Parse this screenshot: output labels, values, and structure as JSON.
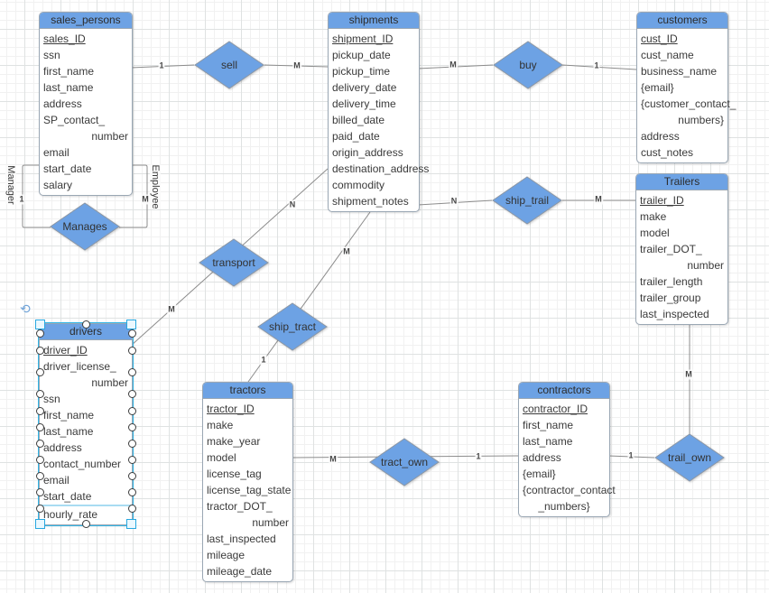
{
  "colors": {
    "shape_fill": "#6da2e4",
    "shape_stroke": "#9aa7b4",
    "wire": "#8c8c8c",
    "selection": "#29a8e0",
    "grid_major": "#dfe2e2",
    "grid_minor": "#f1f1f1"
  },
  "entities": [
    {
      "id": "sales_persons",
      "title": "sales_persons",
      "attributes": [
        {
          "text": "sales_ID",
          "pk": true
        },
        {
          "text": "ssn"
        },
        {
          "text": "first_name"
        },
        {
          "text": "last_name"
        },
        {
          "text": "address"
        },
        {
          "text": "SP_contact_",
          "line2": "number",
          "line2_align": "right"
        },
        {
          "text": "email"
        },
        {
          "text": "start_date"
        },
        {
          "text": "salary"
        }
      ]
    },
    {
      "id": "shipments",
      "title": "shipments",
      "attributes": [
        {
          "text": "shipment_ID",
          "pk": true
        },
        {
          "text": "pickup_date"
        },
        {
          "text": "pickup_time"
        },
        {
          "text": "delivery_date"
        },
        {
          "text": "delivery_time"
        },
        {
          "text": "billed_date"
        },
        {
          "text": "paid_date"
        },
        {
          "text": "origin_address"
        },
        {
          "text": "destination_address"
        },
        {
          "text": "commodity"
        },
        {
          "text": "shipment_notes"
        }
      ]
    },
    {
      "id": "customers",
      "title": "customers",
      "attributes": [
        {
          "text": "cust_ID",
          "pk": true
        },
        {
          "text": "cust_name"
        },
        {
          "text": "business_name"
        },
        {
          "text": "{email}"
        },
        {
          "text": "{customer_contact_",
          "line2": "numbers}",
          "line2_align": "right"
        },
        {
          "text": "address"
        },
        {
          "text": "cust_notes"
        }
      ]
    },
    {
      "id": "trailers",
      "title": "Trailers",
      "attributes": [
        {
          "text": "trailer_ID",
          "pk": true
        },
        {
          "text": "make"
        },
        {
          "text": "model"
        },
        {
          "text": "trailer_DOT_",
          "line2": "number",
          "line2_align": "right"
        },
        {
          "text": "trailer_length"
        },
        {
          "text": "trailer_group"
        },
        {
          "text": "last_inspected"
        }
      ]
    },
    {
      "id": "drivers",
      "title": "drivers",
      "selected": true,
      "attributes": [
        {
          "text": "driver_ID",
          "pk": true
        },
        {
          "text": "driver_license_",
          "line2": "number",
          "line2_align": "right"
        },
        {
          "text": "ssn"
        },
        {
          "text": "first_name"
        },
        {
          "text": "last_name"
        },
        {
          "text": "address"
        },
        {
          "text": "contact_number"
        },
        {
          "text": "email"
        },
        {
          "text": "start_date"
        },
        {
          "text": "hourly_rate",
          "divider_above": true
        }
      ]
    },
    {
      "id": "tractors",
      "title": "tractors",
      "attributes": [
        {
          "text": "tractor_ID",
          "pk": true
        },
        {
          "text": "make"
        },
        {
          "text": "make_year"
        },
        {
          "text": "model"
        },
        {
          "text": "license_tag"
        },
        {
          "text": "license_tag_state"
        },
        {
          "text": "tractor_DOT_",
          "line2": "number",
          "line2_align": "right"
        },
        {
          "text": "last_inspected"
        },
        {
          "text": "mileage"
        },
        {
          "text": "mileage_date"
        }
      ]
    },
    {
      "id": "contractors",
      "title": "contractors",
      "attributes": [
        {
          "text": "contractor_ID",
          "pk": true
        },
        {
          "text": "first_name"
        },
        {
          "text": "last_name"
        },
        {
          "text": "address"
        },
        {
          "text": "{email}"
        },
        {
          "text": "{contractor_contact",
          "line2": "_numbers}",
          "line2_align": "center"
        }
      ]
    }
  ],
  "relationships": [
    {
      "id": "sell",
      "label": "sell"
    },
    {
      "id": "buy",
      "label": "buy"
    },
    {
      "id": "manages",
      "label": "Manages"
    },
    {
      "id": "transport",
      "label": "transport"
    },
    {
      "id": "ship_tract",
      "label": "ship_tract"
    },
    {
      "id": "ship_trail",
      "label": "ship_trail"
    },
    {
      "id": "tract_own",
      "label": "tract_own"
    },
    {
      "id": "trail_own",
      "label": "trail_own"
    }
  ],
  "cardinalities": {
    "sell_sales_persons": "1",
    "sell_shipments": "M",
    "buy_shipments": "M",
    "buy_customers": "1",
    "manages_manager": "1",
    "manages_employee": "M",
    "manages_role_manager": "Manager",
    "manages_role_employee": "Employee",
    "transport_shipments": "N",
    "transport_drivers": "M",
    "ship_trail_shipments": "N",
    "ship_trail_trailers": "M",
    "ship_tract_shipments": "M",
    "ship_tract_tractors": "1",
    "tract_own_tractors": "M",
    "tract_own_contractors": "1",
    "trail_own_trailers": "M",
    "trail_own_contractors": "1"
  }
}
